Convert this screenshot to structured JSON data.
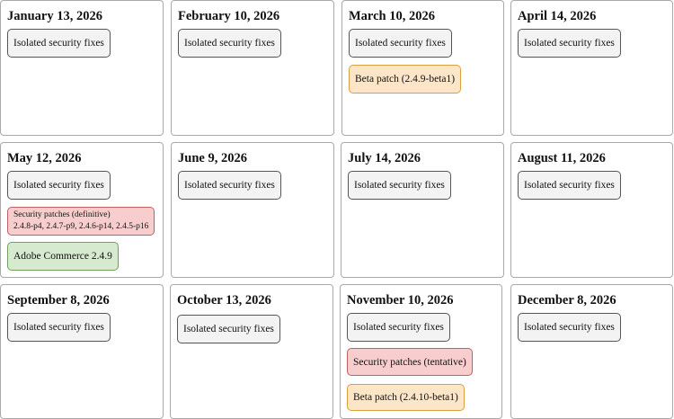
{
  "months": [
    {
      "date": "January 13, 2026",
      "items": [
        {
          "label": "Isolated security fixes",
          "kind": "gray"
        }
      ]
    },
    {
      "date": "February 10, 2026",
      "items": [
        {
          "label": "Isolated security fixes",
          "kind": "gray"
        }
      ]
    },
    {
      "date": "March 10, 2026",
      "items": [
        {
          "label": "Isolated security fixes",
          "kind": "gray"
        },
        {
          "label": "Beta patch (2.4.9-beta1)",
          "kind": "orange"
        }
      ]
    },
    {
      "date": "April 14, 2026",
      "items": [
        {
          "label": "Isolated security fixes",
          "kind": "gray"
        }
      ]
    },
    {
      "date": "May 12, 2026",
      "items": [
        {
          "label": "Isolated security fixes",
          "kind": "gray"
        },
        {
          "label": "Security patches (definitive)",
          "sublabel": "2.4.8-p4, 2.4.7-p9, 2.4.6-p14, 2.4.5-p16",
          "kind": "red"
        },
        {
          "label": "Adobe Commerce 2.4.9",
          "kind": "green"
        }
      ]
    },
    {
      "date": "June 9, 2026",
      "items": [
        {
          "label": "Isolated security fixes",
          "kind": "gray"
        }
      ]
    },
    {
      "date": "July 14, 2026",
      "items": [
        {
          "label": "Isolated security fixes",
          "kind": "gray"
        }
      ]
    },
    {
      "date": "August 11, 2026",
      "items": [
        {
          "label": "Isolated security fixes",
          "kind": "gray"
        }
      ]
    },
    {
      "date": "September 8, 2026",
      "items": [
        {
          "label": "Isolated security fixes",
          "kind": "gray"
        }
      ]
    },
    {
      "date": "October 13, 2026",
      "items": [
        {
          "label": "Isolated security fixes",
          "kind": "gray"
        }
      ]
    },
    {
      "date": "November 10, 2026",
      "items": [
        {
          "label": "Isolated security fixes",
          "kind": "gray"
        },
        {
          "label": "Security patches (tentative)",
          "kind": "red"
        },
        {
          "label": "Beta patch (2.4.10-beta1)",
          "kind": "orange"
        }
      ]
    },
    {
      "date": "December 8, 2026",
      "items": [
        {
          "label": "Isolated security fixes",
          "kind": "gray"
        }
      ]
    }
  ]
}
